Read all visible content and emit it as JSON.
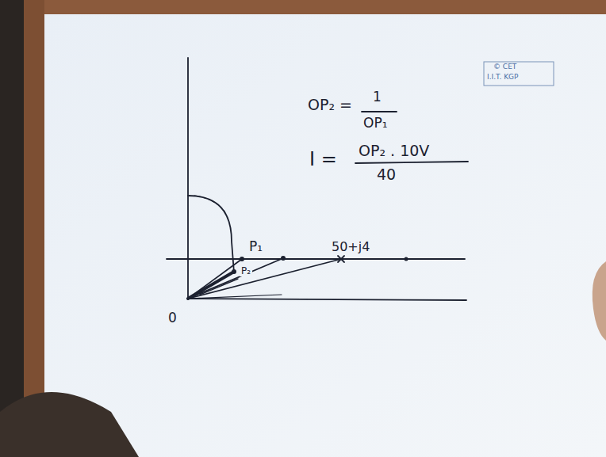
{
  "diagram": {
    "labels": [
      "© CET",
      "I.I.T. KGP",
      "OP₂ =",
      "1",
      "OP₁",
      "I =",
      "OP₂ . 10V",
      "40",
      "P₁",
      "50+j4",
      "P₂",
      "0"
    ]
  }
}
